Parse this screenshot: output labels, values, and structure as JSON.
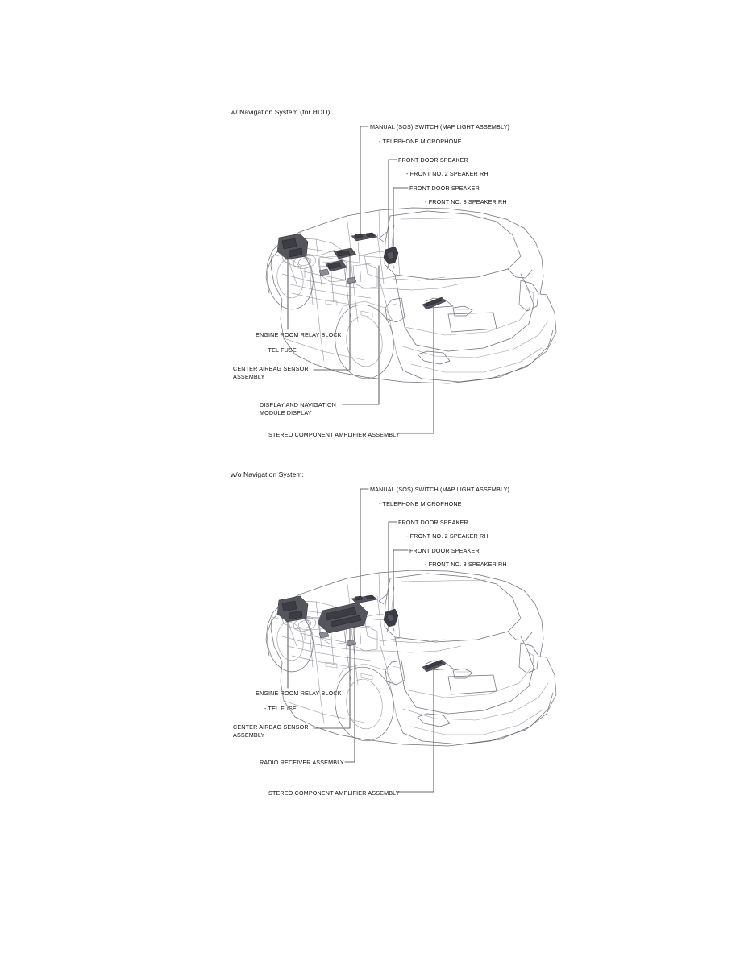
{
  "page": {
    "background": "#ffffff",
    "line_color": "#6e6e78",
    "leader_color": "#3a3a3a",
    "text_color": "#111111"
  },
  "figures": [
    {
      "id": "hdd",
      "title": "w/ Navigation System (for HDD):",
      "vehicle": "SUV rear three-quarter cutaway line drawing",
      "callouts": [
        {
          "name": "manual-sos-switch",
          "text": "MANUAL (SOS) SWITCH (MAP LIGHT ASSEMBLY)"
        },
        {
          "name": "telephone-microphone",
          "text": "- TELEPHONE MICROPHONE"
        },
        {
          "name": "front-door-speaker-1",
          "text": "FRONT DOOR SPEAKER"
        },
        {
          "name": "front-no2-speaker-rh",
          "text": "- FRONT NO. 2 SPEAKER RH"
        },
        {
          "name": "front-door-speaker-2",
          "text": "FRONT DOOR SPEAKER"
        },
        {
          "name": "front-no3-speaker-rh",
          "text": "- FRONT NO. 3 SPEAKER RH"
        },
        {
          "name": "engine-room-relay-block",
          "text": "ENGINE ROOM RELAY BLOCK"
        },
        {
          "name": "tel-fuse",
          "text": "- TEL FUSE"
        },
        {
          "name": "center-airbag-sensor",
          "text": "CENTER AIRBAG SENSOR ASSEMBLY"
        },
        {
          "name": "display-navigation-module",
          "text": "DISPLAY AND NAVIGATION MODULE DISPLAY"
        },
        {
          "name": "stereo-component-amplifier",
          "text": "STEREO COMPONENT AMPLIFIER ASSEMBLY"
        }
      ]
    },
    {
      "id": "nonav",
      "title": "w/o Navigation System:",
      "vehicle": "SUV rear three-quarter cutaway line drawing",
      "callouts": [
        {
          "name": "manual-sos-switch",
          "text": "MANUAL (SOS) SWITCH (MAP LIGHT ASSEMBLY)"
        },
        {
          "name": "telephone-microphone",
          "text": "- TELEPHONE MICROPHONE"
        },
        {
          "name": "front-door-speaker-1",
          "text": "FRONT DOOR SPEAKER"
        },
        {
          "name": "front-no2-speaker-rh",
          "text": "- FRONT NO. 2 SPEAKER RH"
        },
        {
          "name": "front-door-speaker-2",
          "text": "FRONT DOOR SPEAKER"
        },
        {
          "name": "front-no3-speaker-rh",
          "text": "- FRONT NO. 3 SPEAKER RH"
        },
        {
          "name": "engine-room-relay-block",
          "text": "ENGINE ROOM RELAY BLOCK"
        },
        {
          "name": "tel-fuse",
          "text": "- TEL FUSE"
        },
        {
          "name": "center-airbag-sensor",
          "text": "CENTER AIRBAG SENSOR ASSEMBLY"
        },
        {
          "name": "radio-receiver-assembly",
          "text": "RADIO RECEIVER ASSEMBLY"
        },
        {
          "name": "stereo-component-amplifier",
          "text": "STEREO COMPONENT AMPLIFIER ASSEMBLY"
        }
      ]
    }
  ]
}
